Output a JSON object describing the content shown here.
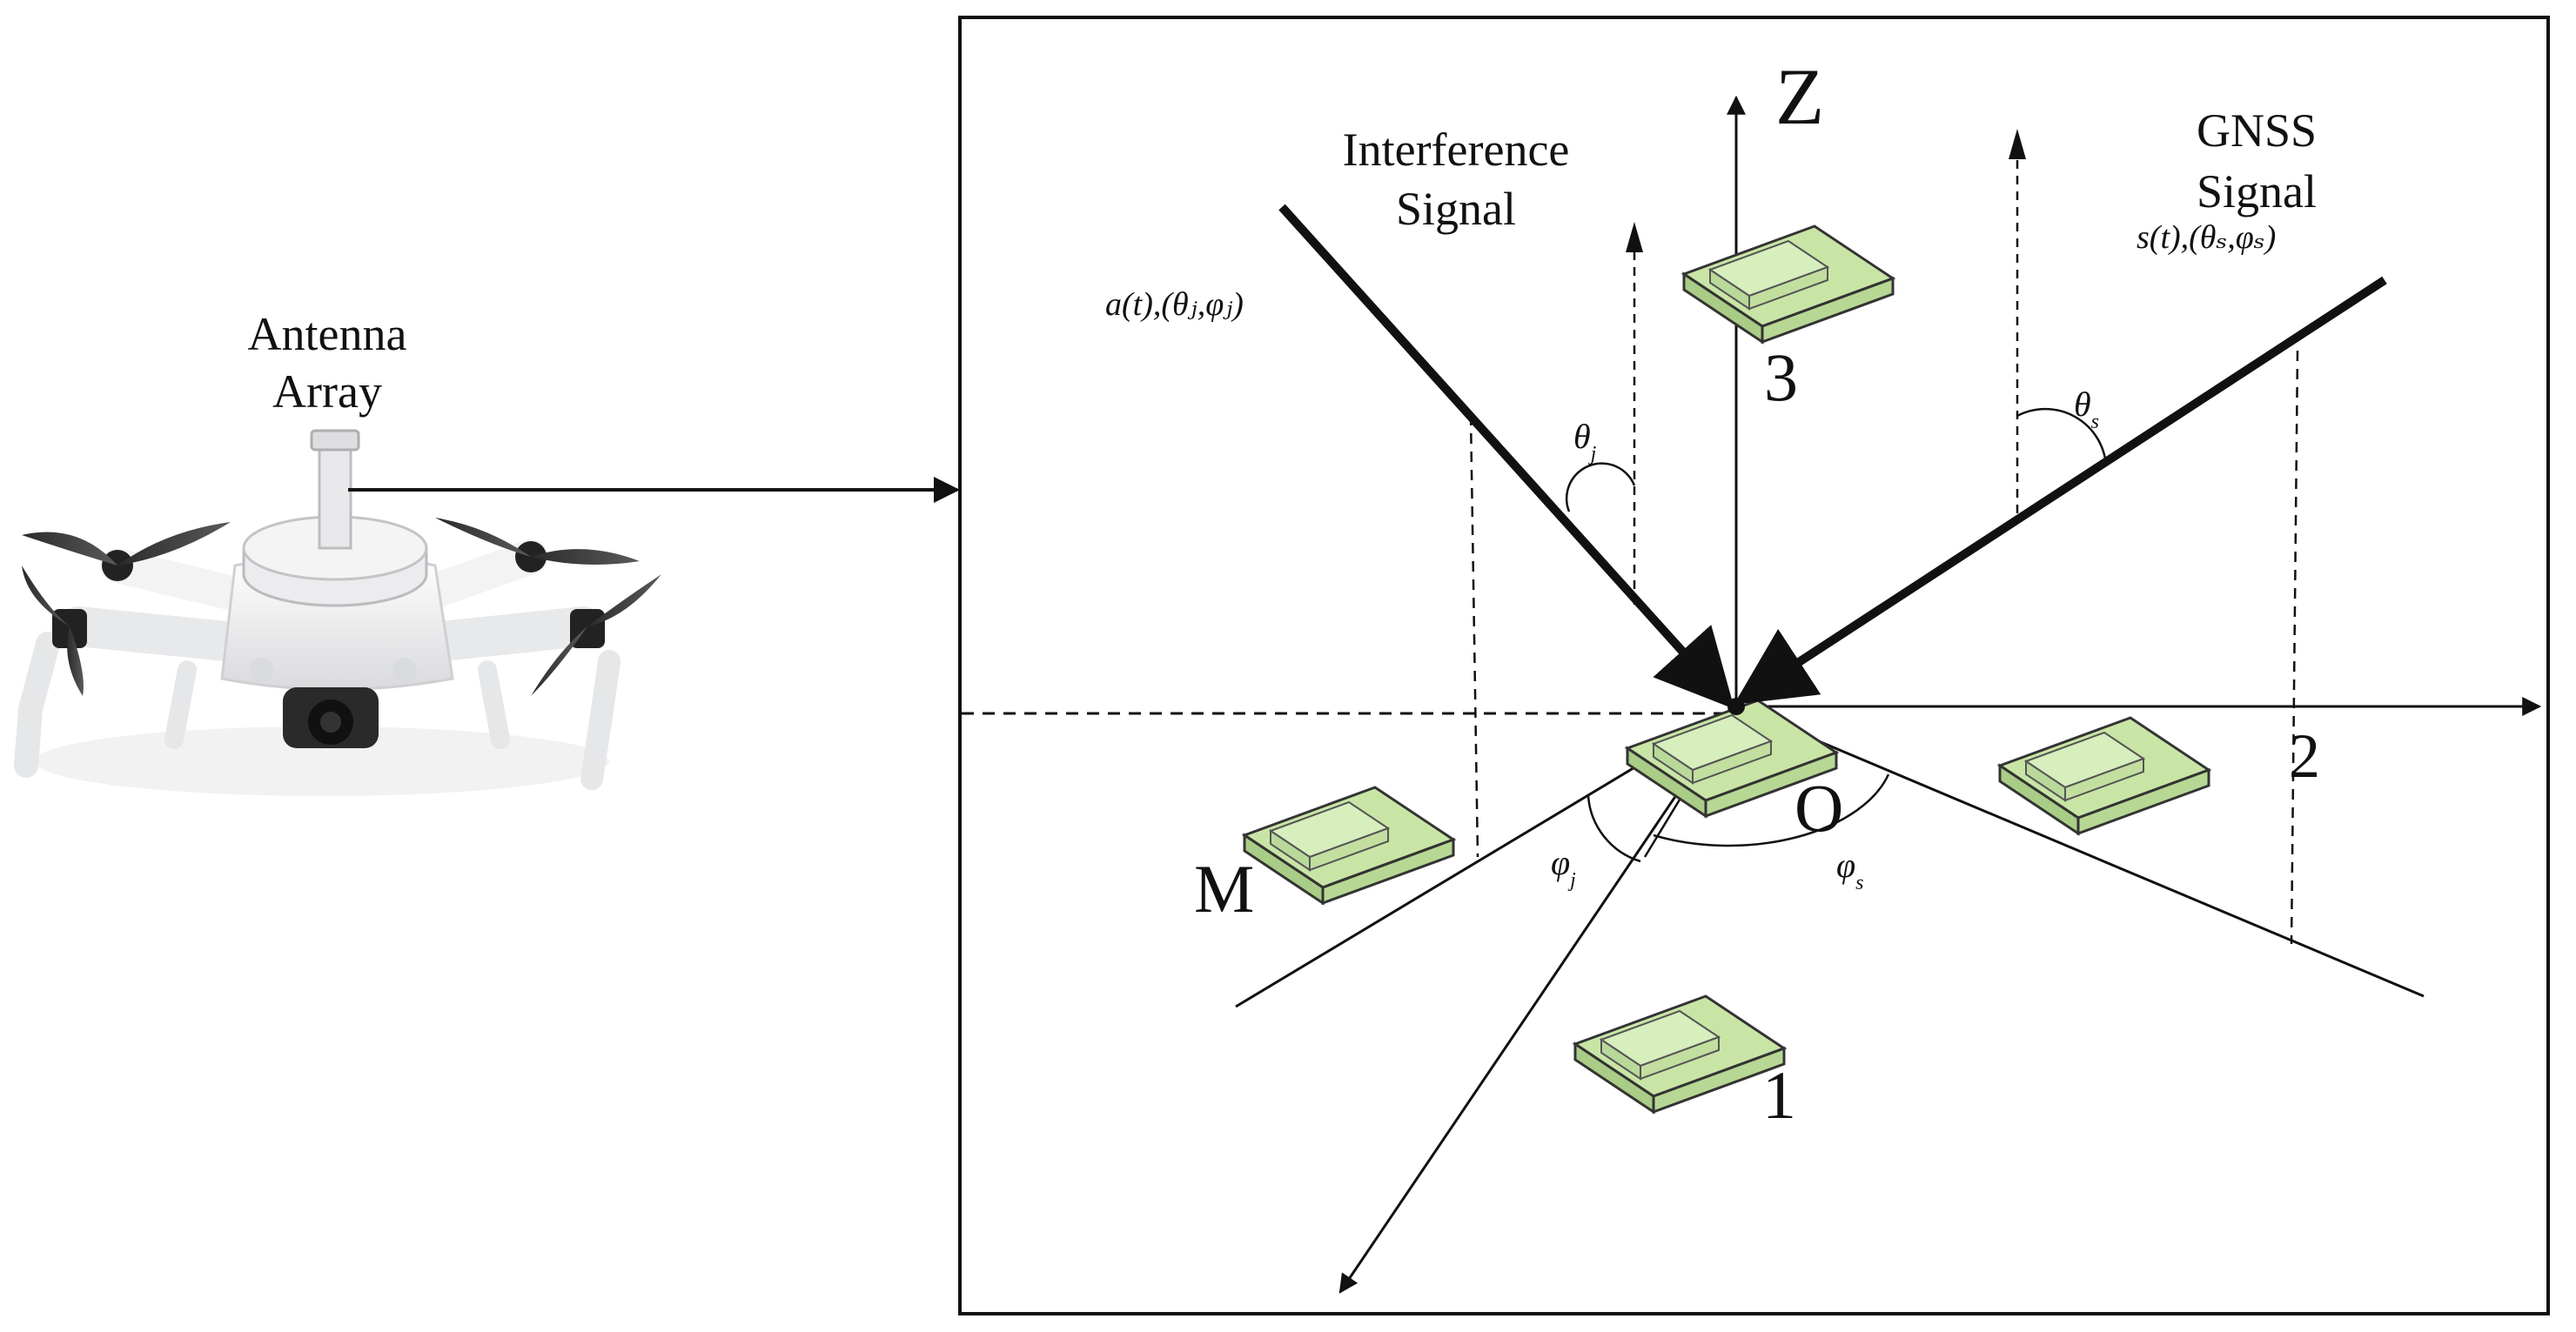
{
  "drone": {
    "label_line1": "Antenna",
    "label_line2": "Array"
  },
  "diagram": {
    "axis_z": "Z",
    "axis_2": "2",
    "origin": "O",
    "element_1": "1",
    "element_3": "3",
    "element_m": "M",
    "interference_line1": "Interference",
    "interference_line2": "Signal",
    "gnss_line1": "GNSS",
    "gnss_line2": "Signal",
    "theta_j": "θ",
    "theta_j_sub": "j",
    "theta_s": "θ",
    "theta_s_sub": "s",
    "phi_j": "φ",
    "phi_j_sub": "j",
    "phi_s": "φ",
    "phi_s_sub": "s",
    "interference_formula": "a(t),(θⱼ,φⱼ)",
    "gnss_formula": "s(t),(θₛ,φₛ)"
  },
  "colors": {
    "patch_top": "#c9e5a6",
    "patch_side": "#a9cc86",
    "patch_edge": "#333333",
    "frame": "#111111"
  }
}
